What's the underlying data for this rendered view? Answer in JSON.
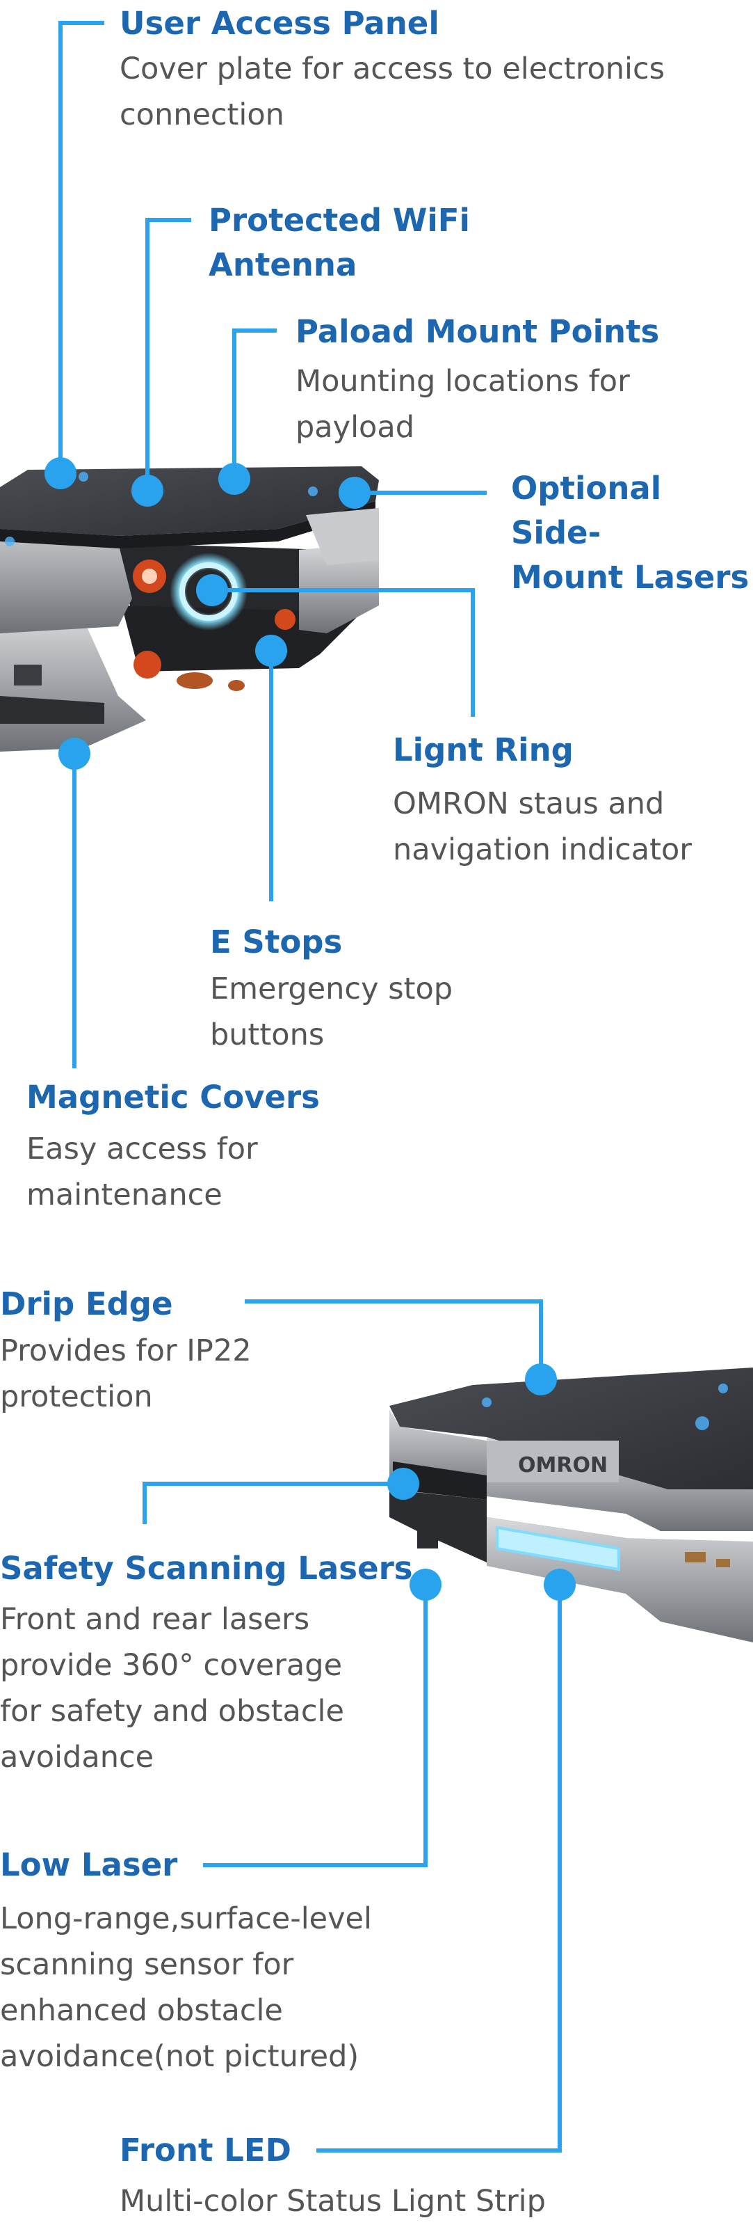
{
  "callouts": {
    "user_access_panel": {
      "title": "User Access Panel",
      "desc": "Cover plate for access to electronics\nconnection"
    },
    "wifi_antenna": {
      "title": "Protected WiFi\nAntenna"
    },
    "payload_mount": {
      "title": "Paload Mount Points",
      "desc": "Mounting locations for\npayload"
    },
    "side_lasers": {
      "title": "Optional Side-\nMount Lasers"
    },
    "light_ring": {
      "title": "Lignt Ring",
      "desc": "OMRON staus and\nnavigation indicator"
    },
    "e_stops": {
      "title": "E Stops",
      "desc": "Emergency stop\nbuttons"
    },
    "magnetic_covers": {
      "title": "Magnetic Covers",
      "desc": "Easy access for\nmaintenance"
    },
    "drip_edge": {
      "title": "Drip Edge",
      "desc": "Provides for IP22\nprotection"
    },
    "safety_lasers": {
      "title": "Safety Scanning Lasers",
      "desc": "Front and rear lasers\nprovide 360° coverage\nfor safety and obstacle\navoidance"
    },
    "low_laser": {
      "title": "Low Laser",
      "desc": "Long-range,surface-level\nscanning sensor for\nenhanced obstacle\navoidance(not pictured)"
    },
    "front_led": {
      "title": "Front LED",
      "desc": "Multi-color Status Lignt Strip"
    }
  },
  "robot_brand": "OMRON",
  "colors": {
    "accent": "#1c67b0",
    "leader": "#29a3ee",
    "text": "#555555"
  }
}
